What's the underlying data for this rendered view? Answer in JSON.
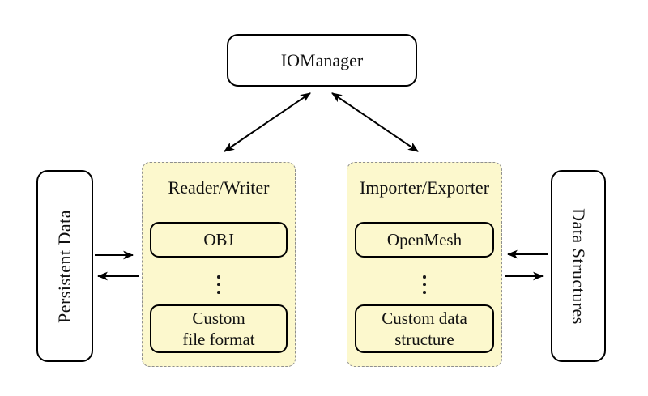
{
  "colors": {
    "background": "#ffffff",
    "group_fill": "#fcf8cd",
    "group_border_dashed": "#8f8f8f",
    "node_border": "#000000",
    "arrow": "#000000",
    "text": "#111111"
  },
  "nodes": {
    "iomanager": {
      "label": "IOManager"
    },
    "persistent_data": {
      "label": "Persistent Data",
      "text_direction": "rotated-bottom-to-top"
    },
    "data_structures": {
      "label": "Data Structures",
      "text_direction": "rotated-top-to-bottom"
    }
  },
  "groups": [
    {
      "title": "Reader/Writer",
      "items": [
        {
          "lines": [
            "OBJ"
          ]
        },
        {
          "lines": [
            "Custom",
            "file format"
          ]
        }
      ],
      "separator_icon": "vertical-ellipsis"
    },
    {
      "title": "Importer/Exporter",
      "items": [
        {
          "lines": [
            "OpenMesh"
          ]
        },
        {
          "lines": [
            "Custom data",
            "structure"
          ]
        }
      ],
      "separator_icon": "vertical-ellipsis"
    }
  ],
  "icons": {
    "vertical_ellipsis": "⋮"
  },
  "arrows": [
    {
      "from": "IOManager",
      "to": "Reader/Writer",
      "bidirectional": true
    },
    {
      "from": "IOManager",
      "to": "Importer/Exporter",
      "bidirectional": true
    },
    {
      "from": "Persistent Data",
      "to": "Reader/Writer",
      "bidirectional": false
    },
    {
      "from": "Reader/Writer",
      "to": "Persistent Data",
      "bidirectional": false
    },
    {
      "from": "Data Structures",
      "to": "Importer/Exporter",
      "bidirectional": false
    },
    {
      "from": "Importer/Exporter",
      "to": "Data Structures",
      "bidirectional": false
    }
  ]
}
